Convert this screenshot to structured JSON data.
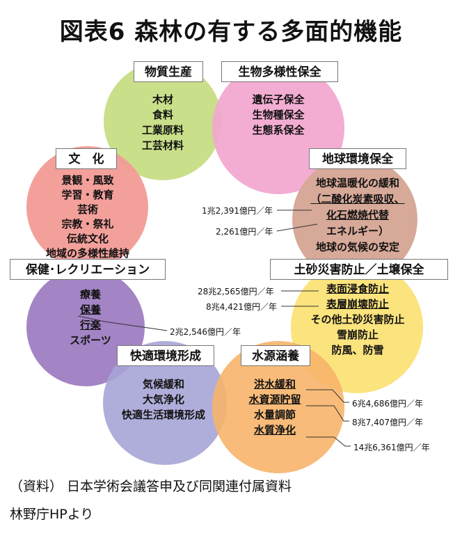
{
  "title": "図表6 森林の有する多面的機能",
  "colors": {
    "bussitsu": "#c9df8a",
    "seibutsu": "#f2a6cf",
    "chikyu": "#d7a999",
    "bunka": "#f29b96",
    "dosha": "#fbe37d",
    "hoken": "#a384c4",
    "kaiteki": "#a6a4d6",
    "suigen": "#f7b46a"
  },
  "functions": {
    "bussitsu": {
      "label": "物質生産",
      "items": [
        "木材",
        "食料",
        "工業原料",
        "工芸材料"
      ]
    },
    "seibutsu": {
      "label": "生物多様性保全",
      "items": [
        "遺伝子保全",
        "生物種保全",
        "生態系保全"
      ]
    },
    "chikyu": {
      "label": "地球環境保全",
      "items": [
        "地球温暖化の緩和",
        "（二酸化炭素吸収、",
        "化石燃焼代替",
        "エネルギー）",
        "地球の気候の安定"
      ]
    },
    "bunka": {
      "label": "文　化",
      "items": [
        "景観・風致",
        "学習・教育",
        "芸術",
        "宗教・祭礼",
        "伝統文化",
        "地域の多様性維持"
      ]
    },
    "hoken": {
      "label": "保健･レクリエーション",
      "items": [
        "療養",
        "保養",
        "行楽",
        "スポーツ"
      ]
    },
    "dosha": {
      "label": "土砂災害防止／土壌保全",
      "items": [
        "表面浸食防止",
        "表層崩壊防止",
        "その他土砂災害防止",
        "雪崩防止",
        "防風、防雪"
      ]
    },
    "kaiteki": {
      "label": "快適環境形成",
      "items": [
        "気候緩和",
        "大気浄化",
        "快適生活環境形成"
      ]
    },
    "suigen": {
      "label": "水源涵養",
      "items": [
        "洪水緩和",
        "水資源貯留",
        "水量調節",
        "水質浄化"
      ]
    }
  },
  "values": {
    "co2": "1兆2,391億円／年",
    "fossil": "2,261億円／年",
    "surface_erosion": "28兆2,565億円／年",
    "slope_failure": "8兆4,421億円／年",
    "recreation": "2兆2,546億円／年",
    "flood": "6兆4,686億円／年",
    "water_storage": "8兆7,407億円／年",
    "water_purify": "14兆6,361億円／年"
  },
  "source": {
    "line1": "（資料） 日本学術会議答申及び同関連付属資料",
    "line2": "林野庁HPより"
  }
}
